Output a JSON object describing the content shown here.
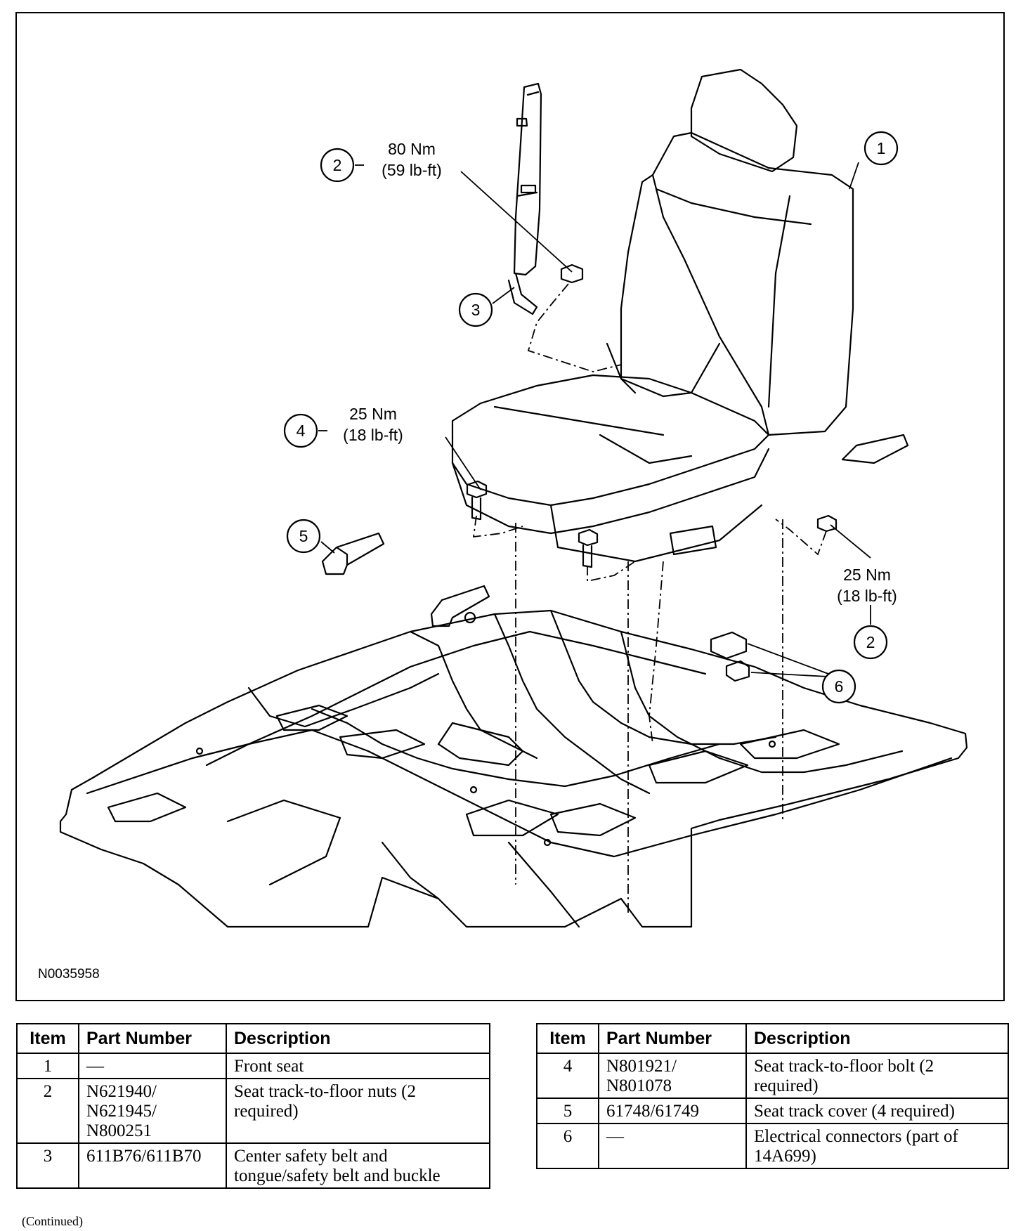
{
  "figure": {
    "id_label": "N0035958",
    "callouts": [
      {
        "number": "1"
      },
      {
        "number": "2",
        "torque_nm": "80 Nm",
        "torque_lbft": "(59 lb-ft)"
      },
      {
        "number": "3"
      },
      {
        "number": "4",
        "torque_nm": "25 Nm",
        "torque_lbft": "(18 lb-ft)"
      },
      {
        "number": "5"
      },
      {
        "number": "2",
        "torque_nm": "25 Nm",
        "torque_lbft": "(18 lb-ft)"
      },
      {
        "number": "6"
      }
    ]
  },
  "table_headers": {
    "item": "Item",
    "part_number": "Part Number",
    "description": "Description"
  },
  "parts_left": [
    {
      "item": "1",
      "part_number": "—",
      "description": "Front seat"
    },
    {
      "item": "2",
      "part_number": "N621940/\nN621945/\nN800251",
      "description": "Seat track-to-floor nuts (2\nrequired)"
    },
    {
      "item": "3",
      "part_number": "611B76/611B70",
      "description": "Center safety belt and\ntongue/safety belt and buckle"
    }
  ],
  "parts_right": [
    {
      "item": "4",
      "part_number": "N801921/\nN801078",
      "description": "Seat track-to-floor bolt (2\nrequired)"
    },
    {
      "item": "5",
      "part_number": "61748/61749",
      "description": "Seat track cover (4 required)"
    },
    {
      "item": "6",
      "part_number": "—",
      "description": "Electrical connectors (part of\n14A699)"
    }
  ],
  "footer": {
    "continued": "(Continued)"
  }
}
